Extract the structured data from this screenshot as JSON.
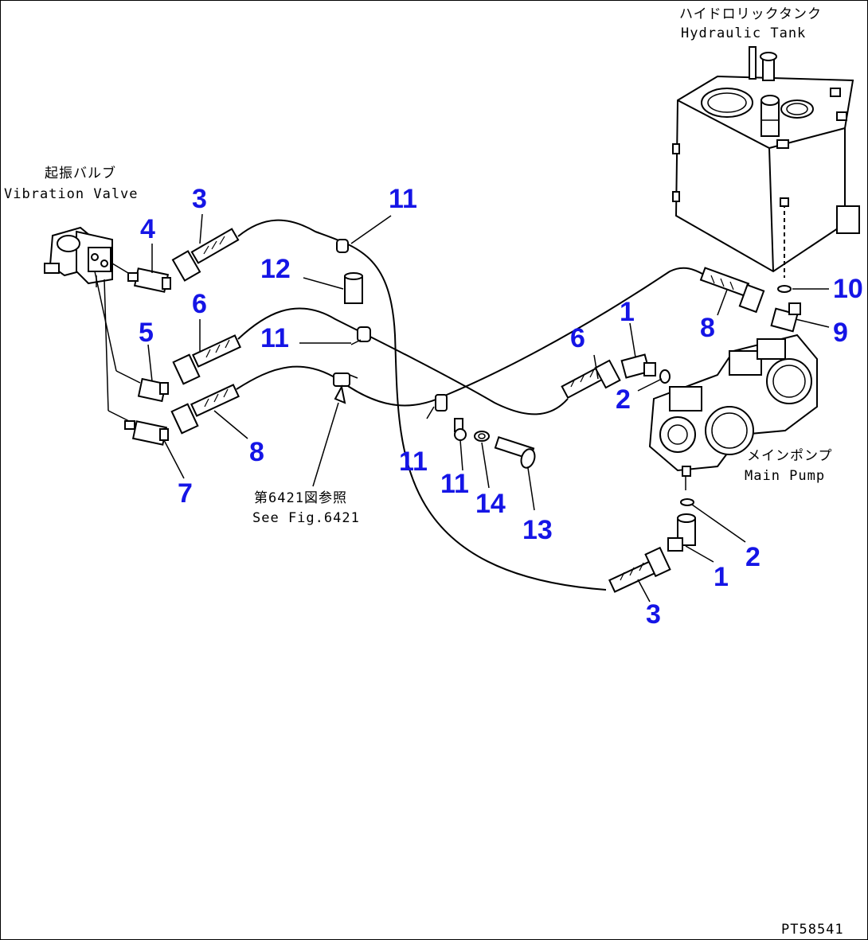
{
  "captions": {
    "tank_jp": "ハイドロリックタンク",
    "tank_en": "Hydraulic Tank",
    "valve_jp": "起振バルブ",
    "valve_en": "Vibration Valve",
    "pump_jp": "メインポンプ",
    "pump_en": "Main Pump",
    "ref_jp": "第6421図参照",
    "ref_en": "See Fig.6421",
    "drawing_no": "PT58541"
  },
  "callouts": {
    "c3_top": "3",
    "c4": "4",
    "c5": "5",
    "c6_left": "6",
    "c7": "7",
    "c8_left": "8",
    "c11_top": "11",
    "c12": "12",
    "c11_mid": "11",
    "c1_upper": "1",
    "c6_right": "6",
    "c2_upper": "2",
    "c8_right": "8",
    "c9": "9",
    "c10": "10",
    "c11_clamp_a": "11",
    "c11_clamp_b": "11",
    "c14": "14",
    "c13": "13",
    "c2_lower": "2",
    "c1_lower": "1",
    "c3_bottom": "3"
  },
  "colors": {
    "callout": "#1515e6",
    "line": "#000000",
    "background": "#ffffff"
  }
}
